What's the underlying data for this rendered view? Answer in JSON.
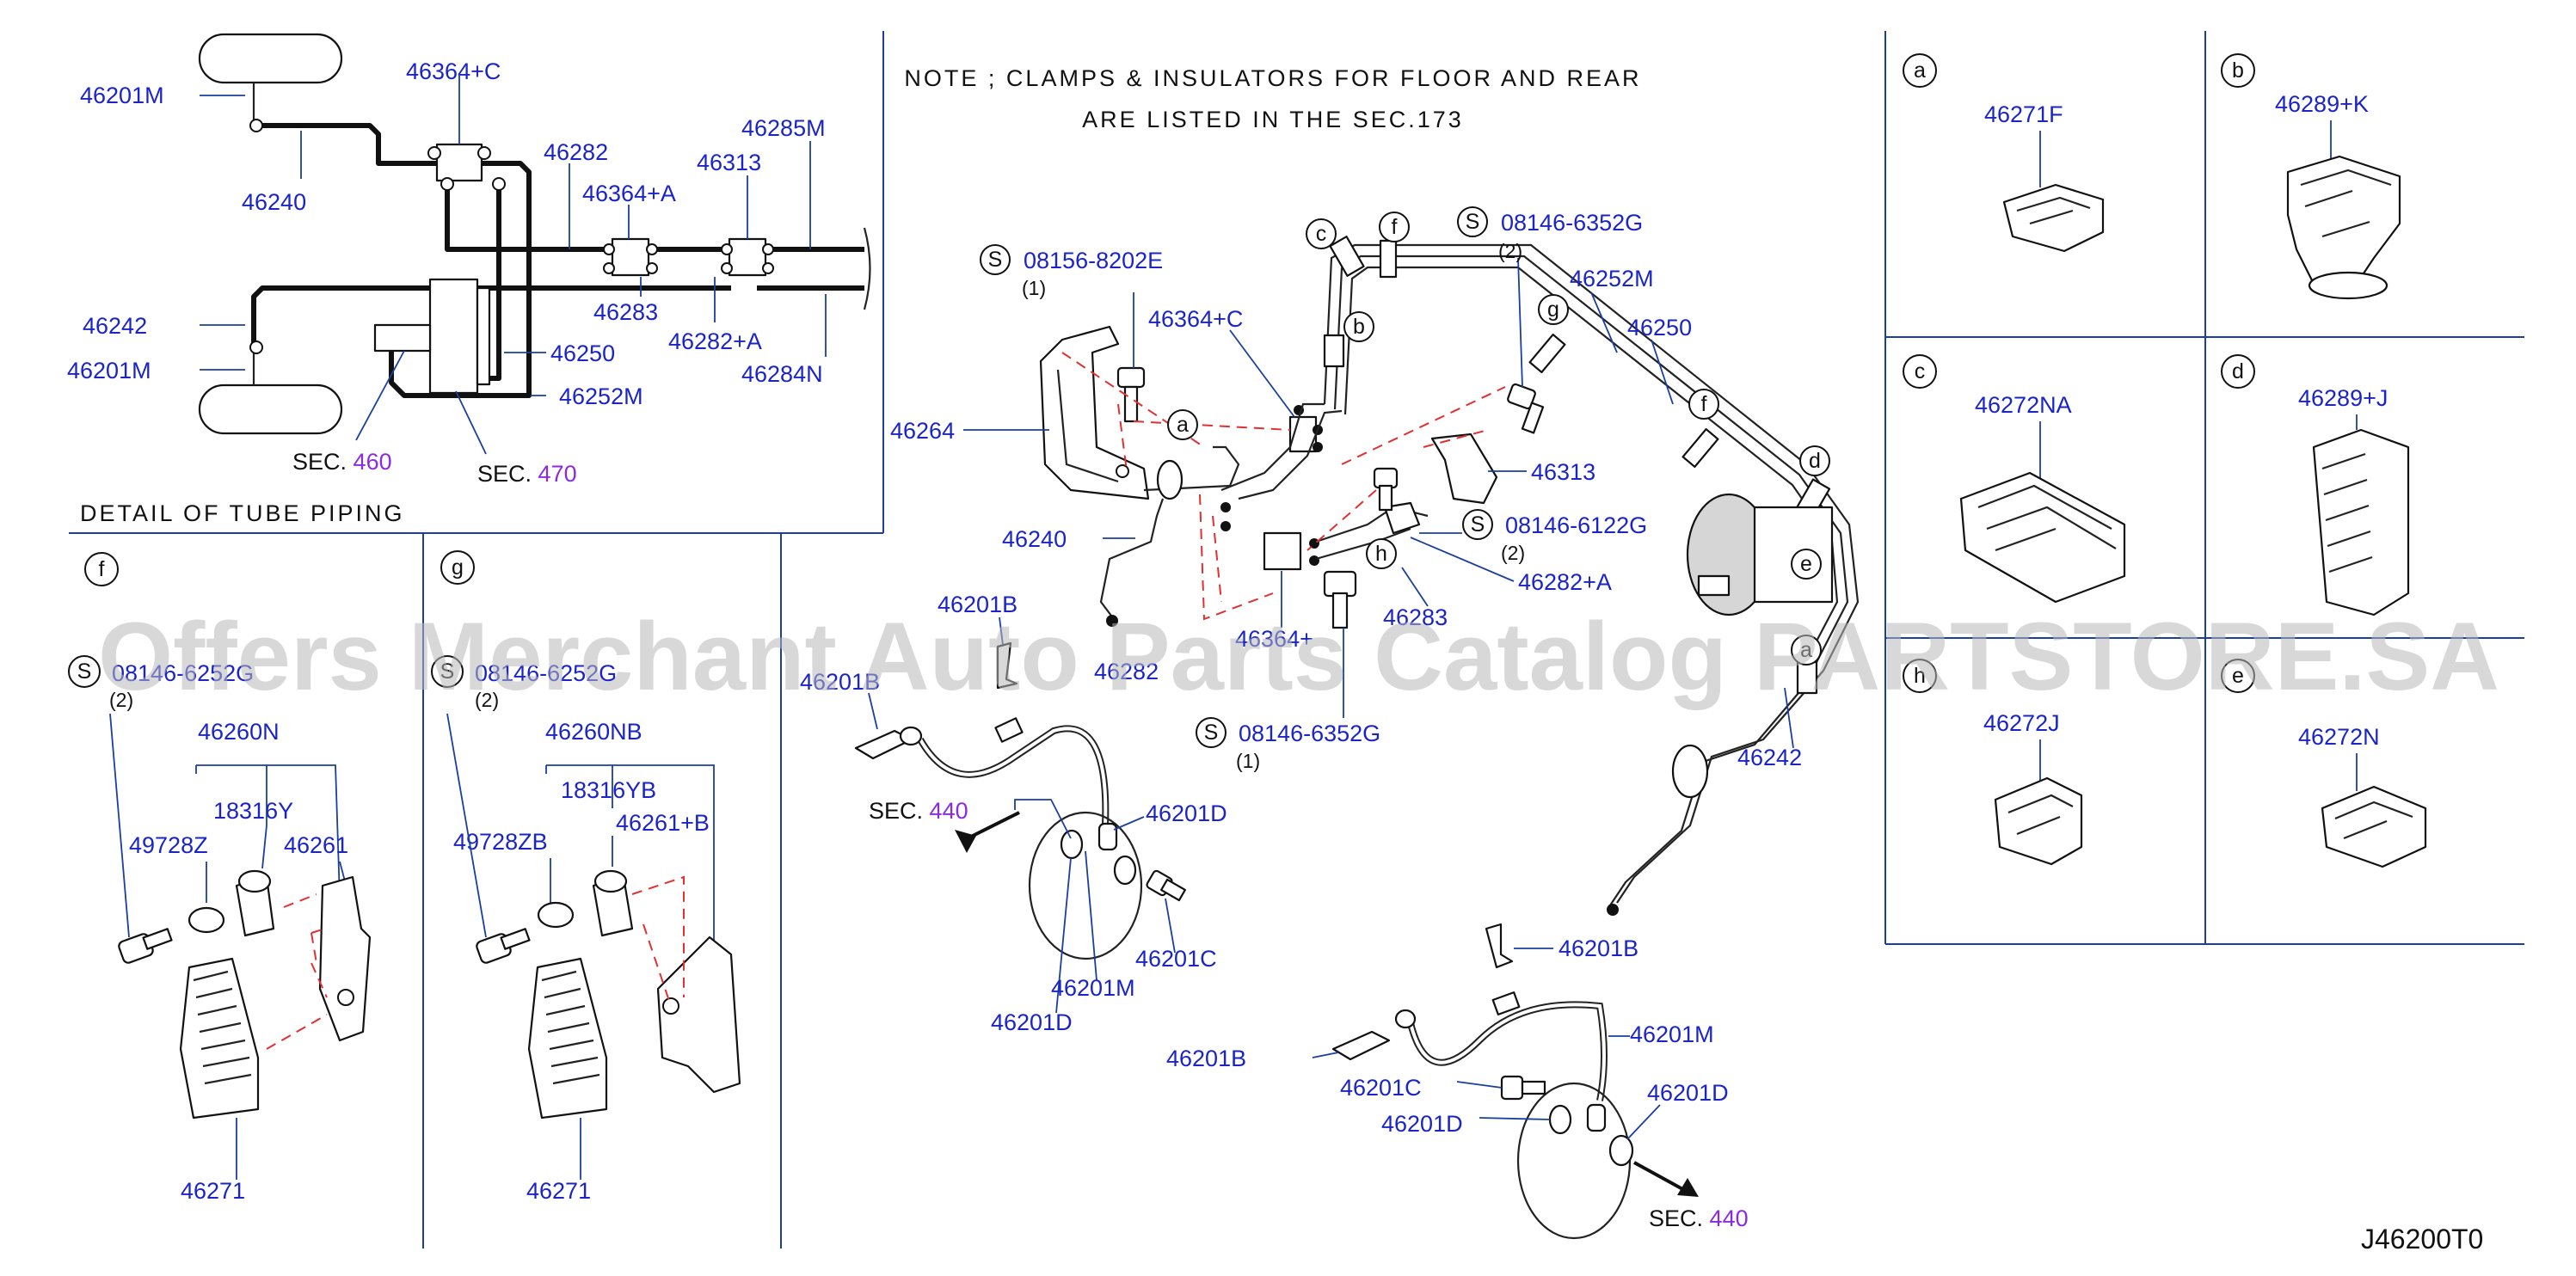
{
  "note": {
    "line1": "NOTE ; CLAMPS & INSULATORS FOR FLOOR AND REAR",
    "line2": "ARE LISTED IN THE SEC.173"
  },
  "detail_title": "DETAIL OF TUBE PIPING",
  "drawing_code": "J46200T0",
  "watermark": "Offers Merchant Auto Parts Catalog PARTSTORE.SA",
  "sec_label": "SEC.",
  "sections": {
    "s460": "460",
    "s470": "470",
    "s440": "440"
  },
  "colors": {
    "part_number": "#1a24c8",
    "section_ref": "#8a2be2",
    "frame": "#1a3fa0",
    "hidden_line": "#e03030"
  },
  "detail_piping": {
    "p46201M_a": "46201M",
    "p46364C": "46364+C",
    "p46240": "46240",
    "p46282": "46282",
    "p46364A": "46364+A",
    "p46313": "46313",
    "p46285M": "46285M",
    "p46283": "46283",
    "p46282A": "46282+A",
    "p46284N": "46284N",
    "p46242": "46242",
    "p46201M_b": "46201M",
    "p46250": "46250",
    "p46252M": "46252M"
  },
  "main": {
    "bolt_08156": "08156-8202E",
    "bolt_08156_qty": "(1)",
    "bolt_6352_top": "08146-6352G",
    "bolt_6352_top_qty": "(2)",
    "bolt_6122": "08146-6122G",
    "bolt_6122_qty": "(2)",
    "bolt_6352_bot": "08146-6352G",
    "bolt_6352_bot_qty": "(1)",
    "p46364C": "46364+C",
    "p46252M": "46252M",
    "p46250": "46250",
    "p46264": "46264",
    "p46313": "46313",
    "p46240": "46240",
    "p46282A": "46282+A",
    "p46283": "46283",
    "p46364_partial": "46364+",
    "p46282_partial": "46282",
    "p46242": "46242",
    "p46201B_a": "46201B",
    "p46201B_b": "46201B",
    "p46201D_a": "46201D",
    "p46201C_a": "46201C",
    "p46201M_a": "46201M",
    "p46201D_b": "46201D",
    "p46201B_c": "46201B",
    "p46201B_d": "46201B",
    "p46201M_b": "46201M",
    "p46201C_b": "46201C",
    "p46201D_c": "46201D",
    "p46201D_d": "46201D"
  },
  "callouts": {
    "a": "a",
    "b": "b",
    "c": "c",
    "d": "d",
    "e": "e",
    "f": "f",
    "g": "g",
    "h": "h",
    "s": "S"
  },
  "detail_f": {
    "bolt": "08146-6252G",
    "qty": "(2)",
    "p46260N": "46260N",
    "p18316Y": "18316Y",
    "p49728Z": "49728Z",
    "p46261": "46261",
    "p46271": "46271"
  },
  "detail_g": {
    "bolt": "08146-6252G",
    "qty": "(2)",
    "p46260NB": "46260NB",
    "p18316YB": "18316YB",
    "p49728ZB": "49728ZB",
    "p46261B": "46261+B",
    "p46271": "46271"
  },
  "clip_panels": {
    "a": "46271F",
    "b": "46289+K",
    "c": "46272NA",
    "d": "46289+J",
    "h": "46272J",
    "e": "46272N"
  }
}
